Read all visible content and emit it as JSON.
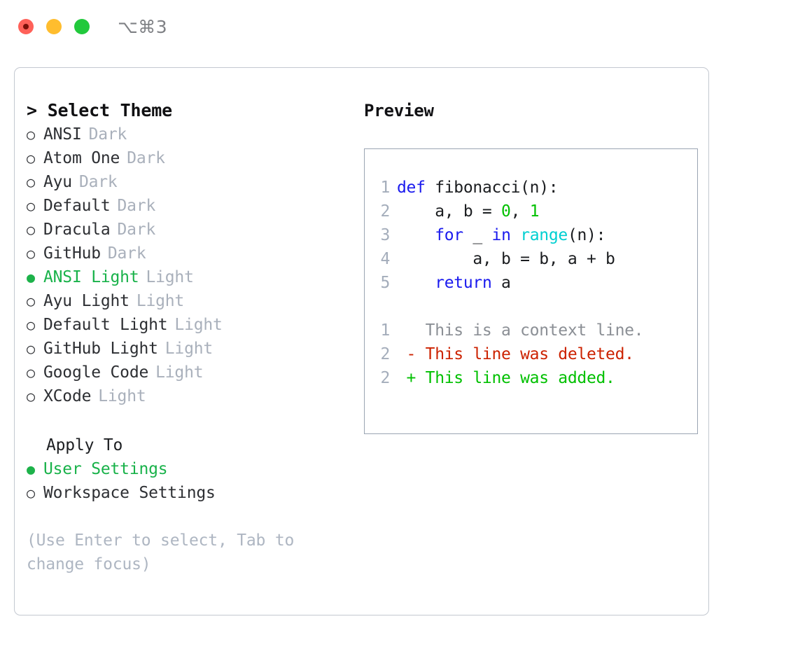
{
  "titlebar": {
    "shortcut": "⌥⌘3",
    "buttons": [
      {
        "name": "close",
        "color": "#ff6159"
      },
      {
        "name": "minimize",
        "color": "#ffbd2e"
      },
      {
        "name": "maximize",
        "color": "#22c93c"
      }
    ]
  },
  "colors": {
    "accent_green": "#19b24a",
    "muted": "#a9b0bb",
    "hint": "#aeb6c2",
    "keyword": "#1a1aee",
    "function": "#00cfd1",
    "number": "#00c000",
    "diff_add": "#00c000",
    "diff_del": "#cc2200",
    "diff_ctx": "#8b8f95",
    "panel_border": "#c3c8d0",
    "preview_border": "#9aa4b2",
    "lineno": "#a4adbb"
  },
  "left": {
    "heading": "> Select Theme",
    "bullet_selected": "●",
    "bullet_unselected": "○",
    "themes": [
      {
        "name": "ANSI",
        "variant": "Dark",
        "selected": false
      },
      {
        "name": "Atom One",
        "variant": "Dark",
        "selected": false
      },
      {
        "name": "Ayu",
        "variant": "Dark",
        "selected": false
      },
      {
        "name": "Default",
        "variant": "Dark",
        "selected": false
      },
      {
        "name": "Dracula",
        "variant": "Dark",
        "selected": false
      },
      {
        "name": "GitHub",
        "variant": "Dark",
        "selected": false
      },
      {
        "name": "ANSI Light",
        "variant": "Light",
        "selected": true
      },
      {
        "name": "Ayu Light",
        "variant": "Light",
        "selected": false
      },
      {
        "name": "Default Light",
        "variant": "Light",
        "selected": false
      },
      {
        "name": "GitHub Light",
        "variant": "Light",
        "selected": false
      },
      {
        "name": "Google Code",
        "variant": "Light",
        "selected": false
      },
      {
        "name": "XCode",
        "variant": "Light",
        "selected": false
      }
    ],
    "apply_to": {
      "heading": "Apply To",
      "options": [
        {
          "label": "User Settings",
          "selected": true
        },
        {
          "label": "Workspace Settings",
          "selected": false
        }
      ]
    },
    "hint": "(Use Enter to select, Tab to change focus)"
  },
  "right": {
    "label": "Preview",
    "code": [
      {
        "lineno": "1",
        "tokens": [
          {
            "t": "def ",
            "c": "kw"
          },
          {
            "t": "fibonacci(n):",
            "c": ""
          }
        ]
      },
      {
        "lineno": "2",
        "tokens": [
          {
            "t": "    a, b = ",
            "c": ""
          },
          {
            "t": "0",
            "c": "num"
          },
          {
            "t": ", ",
            "c": ""
          },
          {
            "t": "1",
            "c": "num"
          }
        ]
      },
      {
        "lineno": "3",
        "tokens": [
          {
            "t": "    ",
            "c": ""
          },
          {
            "t": "for",
            "c": "kw"
          },
          {
            "t": " _ ",
            "c": ""
          },
          {
            "t": "in",
            "c": "kw"
          },
          {
            "t": " ",
            "c": ""
          },
          {
            "t": "range",
            "c": "fn"
          },
          {
            "t": "(n):",
            "c": ""
          }
        ]
      },
      {
        "lineno": "4",
        "tokens": [
          {
            "t": "        a, b = b, a + b",
            "c": ""
          }
        ]
      },
      {
        "lineno": "5",
        "tokens": [
          {
            "t": "    ",
            "c": ""
          },
          {
            "t": "return",
            "c": "kw"
          },
          {
            "t": " a",
            "c": ""
          }
        ]
      }
    ],
    "diff": [
      {
        "lineno": "1",
        "marker": "  ",
        "text": "This is a context line.",
        "kind": "ctx"
      },
      {
        "lineno": "2",
        "marker": "- ",
        "text": "This line was deleted.",
        "kind": "del"
      },
      {
        "lineno": "2",
        "marker": "+ ",
        "text": "This line was added.",
        "kind": "add"
      }
    ]
  }
}
